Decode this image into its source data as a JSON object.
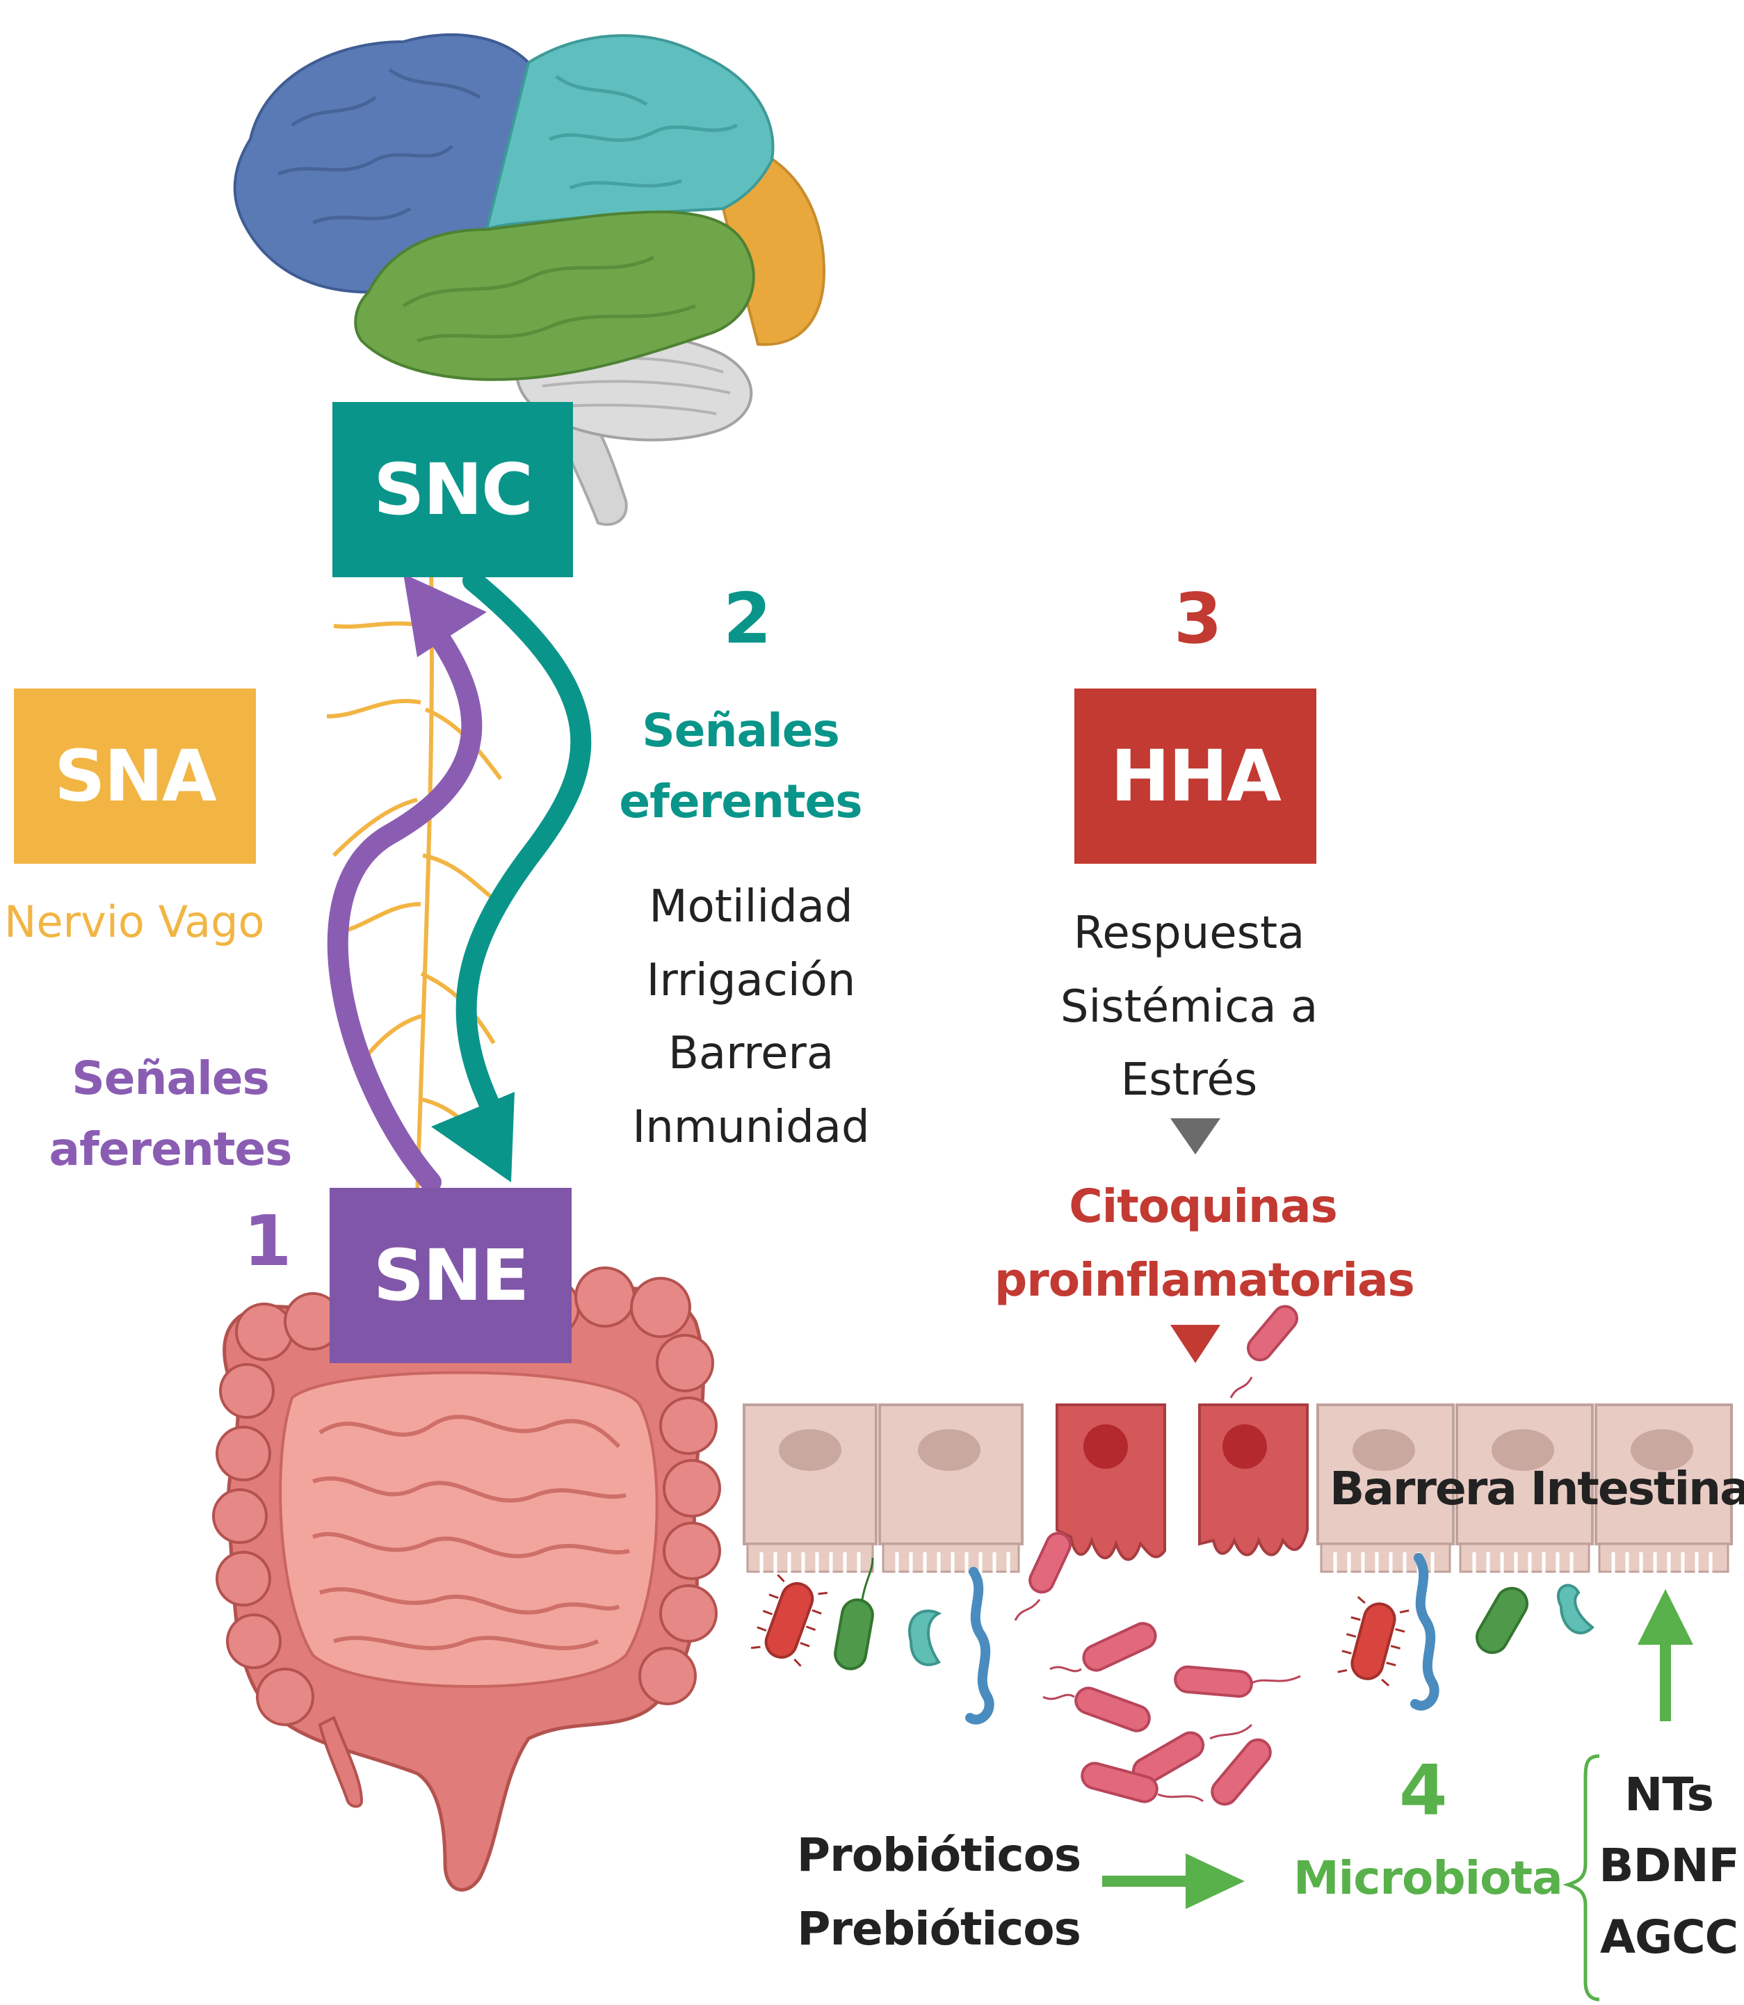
{
  "labels": {
    "snc": "SNC",
    "sne": "SNE",
    "sna": "SNA",
    "hha": "HHA",
    "nervio_vago": "Nervio Vago",
    "num1": "1",
    "num2": "2",
    "num3": "3",
    "num4": "4",
    "senales_afer_1": "Señales",
    "senales_afer_2": "aferentes",
    "senales_efer_1": "Señales",
    "senales_efer_2": "eferentes",
    "efer_items": [
      "Motilidad",
      "Irrigación",
      "Barrera",
      "Inmunidad"
    ],
    "hha_items": [
      "Respuesta",
      "Sistémica a",
      "Estrés"
    ],
    "citoquinas_1": "Citoquinas",
    "citoquinas_2": "proinflamatorias",
    "barrera": "Barrera Intestinal",
    "probioticos": "Probióticos",
    "prebioticos": "Prebióticos",
    "microbiota": "Microbiota",
    "metabolites": [
      "NTs",
      "BDNF",
      "AGCC"
    ]
  },
  "colors": {
    "snc": "#0a958a",
    "sne": "#7f56a8",
    "sna": "#f2b544",
    "hha": "#c23a32",
    "afferent": "#8a5db3",
    "efferent": "#0a958a",
    "microbiota": "#58b14a",
    "text": "#222222",
    "gray": "#6b6b6b"
  },
  "icons": [
    "brain-illustration",
    "intestine-illustration",
    "intestinal-barrier-illustration",
    "bacteria-icon"
  ]
}
